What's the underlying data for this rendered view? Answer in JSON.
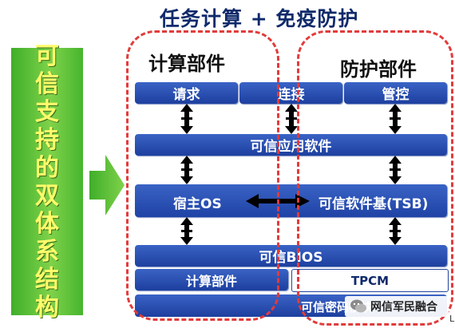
{
  "title": "任务计算 + 免疫防护",
  "left_banner": {
    "chars": [
      "可",
      "信",
      "支",
      "持",
      "的",
      "双",
      "体",
      "系",
      "结",
      "构"
    ]
  },
  "regions": {
    "compute": "计算部件",
    "protect": "防护部件"
  },
  "top_row": {
    "request": "请求",
    "connect": "连接",
    "control": "管控"
  },
  "trusted_app": "可信应用软件",
  "host_os": "宿主OS",
  "tsb": "可信软件基(TSB)",
  "trusted_bios": "可信BIOS",
  "compute_part": "计算部件",
  "tpcm": "TPCM",
  "bottom_bar": "可信密码模块",
  "watermark": "网信军民融合",
  "corner_mark": "L",
  "colors": {
    "bar": "#1d3f9f",
    "banner": "#59c13a",
    "dash": "#e23b3b",
    "banner_text": "#fffb6a"
  },
  "icons": {
    "arrow_right": "right-arrow-icon",
    "bidirectional": "double-arrow-icon",
    "watermark": "wechat-icon"
  }
}
